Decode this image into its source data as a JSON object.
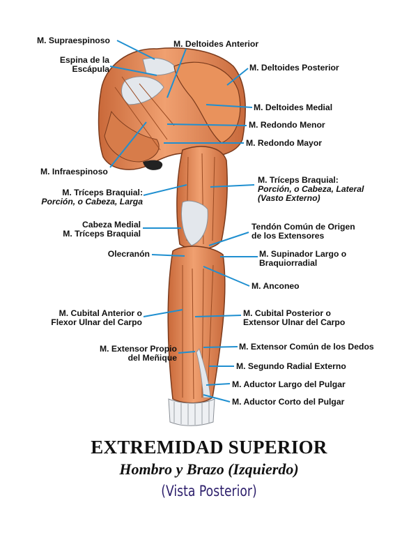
{
  "title": "EXTREMIDAD SUPERIOR",
  "subtitle": "Hombro y Brazo (Izquierdo)",
  "view": "(Vista Posterior)",
  "colors": {
    "muscle": "#e08a57",
    "tendon": "#dfe4ea",
    "leader": "#1f8fd0",
    "view_text": "#2c1e6b"
  },
  "labels": {
    "supraespinoso": "M. Supraespinoso",
    "espina_1": "Espina de la",
    "espina_2": "Escápula",
    "infraespinoso": "M. Infraespinoso",
    "triceps_larga_1": "M. Tríceps Braquial:",
    "triceps_larga_2": "Porción, o Cabeza, Larga",
    "cabeza_medial_1": "Cabeza Medial",
    "cabeza_medial_2": "M. Tríceps Braquial",
    "olecranon": "Olecranón",
    "cubital_anterior_1": "M. Cubital Anterior o",
    "cubital_anterior_2": "Flexor Ulnar del Carpo",
    "extensor_menique_1": "M. Extensor Propio",
    "extensor_menique_2": "del Meñique",
    "deltoides_anterior": "M. Deltoides Anterior",
    "deltoides_posterior": "M. Deltoides Posterior",
    "deltoides_medial": "M. Deltoides Medial",
    "redondo_menor": "M. Redondo Menor",
    "redondo_mayor": "M. Redondo Mayor",
    "triceps_lateral_1": "M. Tríceps Braquial:",
    "triceps_lateral_2": "Porción, o Cabeza, Lateral",
    "triceps_lateral_3": "(Vasto Externo)",
    "tendon_comun_1": "Tendón Común de Origen",
    "tendon_comun_2": "de los Extensores",
    "supinador_1": "M. Supinador Largo o",
    "supinador_2": "Braquiorradial",
    "anconeo": "M. Anconeo",
    "cubital_posterior_1": "M. Cubital Posterior o",
    "cubital_posterior_2": "Extensor Ulnar del Carpo",
    "extensor_comun": "M. Extensor Común de los Dedos",
    "segundo_radial": "M. Segundo Radial Externo",
    "aductor_largo": "M. Aductor Largo del Pulgar",
    "aductor_corto": "M. Aductor Corto del Pulgar"
  }
}
